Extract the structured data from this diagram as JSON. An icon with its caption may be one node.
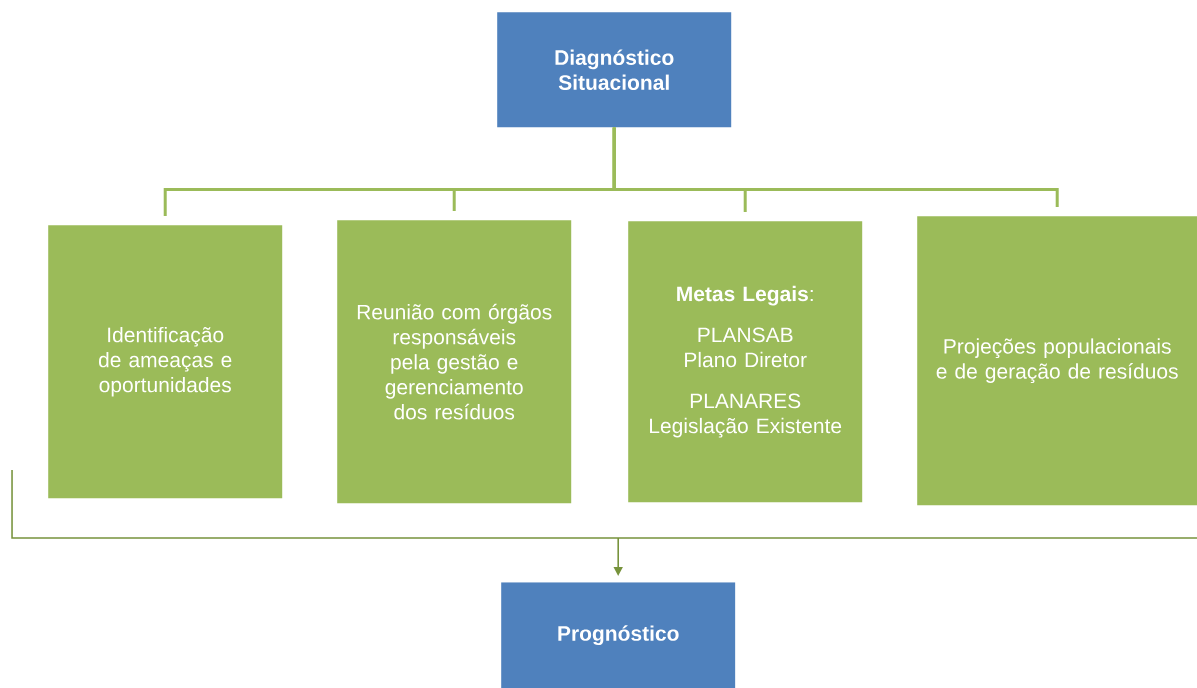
{
  "diagram": {
    "nodes": [
      {
        "text": [
          "Diagnóstico Situacional"
        ]
      },
      {
        "text": [
          "Identificação de ameaças e oportunidades"
        ]
      },
      {
        "text": [
          "Reunião com órgãos responsáveis pela gestão e gerenciamento dos resíduos"
        ]
      },
      {
        "text": [
          "**Metas Legais**:",
          "PLANSAB Plano Diretor",
          "PLANARES Legislação Existente"
        ]
      },
      {
        "text": [
          "Projeções populacionais e de geração de resíduos"
        ]
      },
      {
        "text": [
          "Prognóstico"
        ]
      }
    ],
    "edges": [
      {
        "from": 0,
        "to": 1,
        "arrow": "none"
      },
      {
        "from": 0,
        "to": 2,
        "arrow": "none"
      },
      {
        "from": 0,
        "to": 3,
        "arrow": "none"
      },
      {
        "from": 0,
        "to": 4,
        "arrow": "none"
      },
      {
        "from": null,
        "to": 5,
        "arrow": "to",
        "color": "#77933c"
      }
    ]
  }
}
